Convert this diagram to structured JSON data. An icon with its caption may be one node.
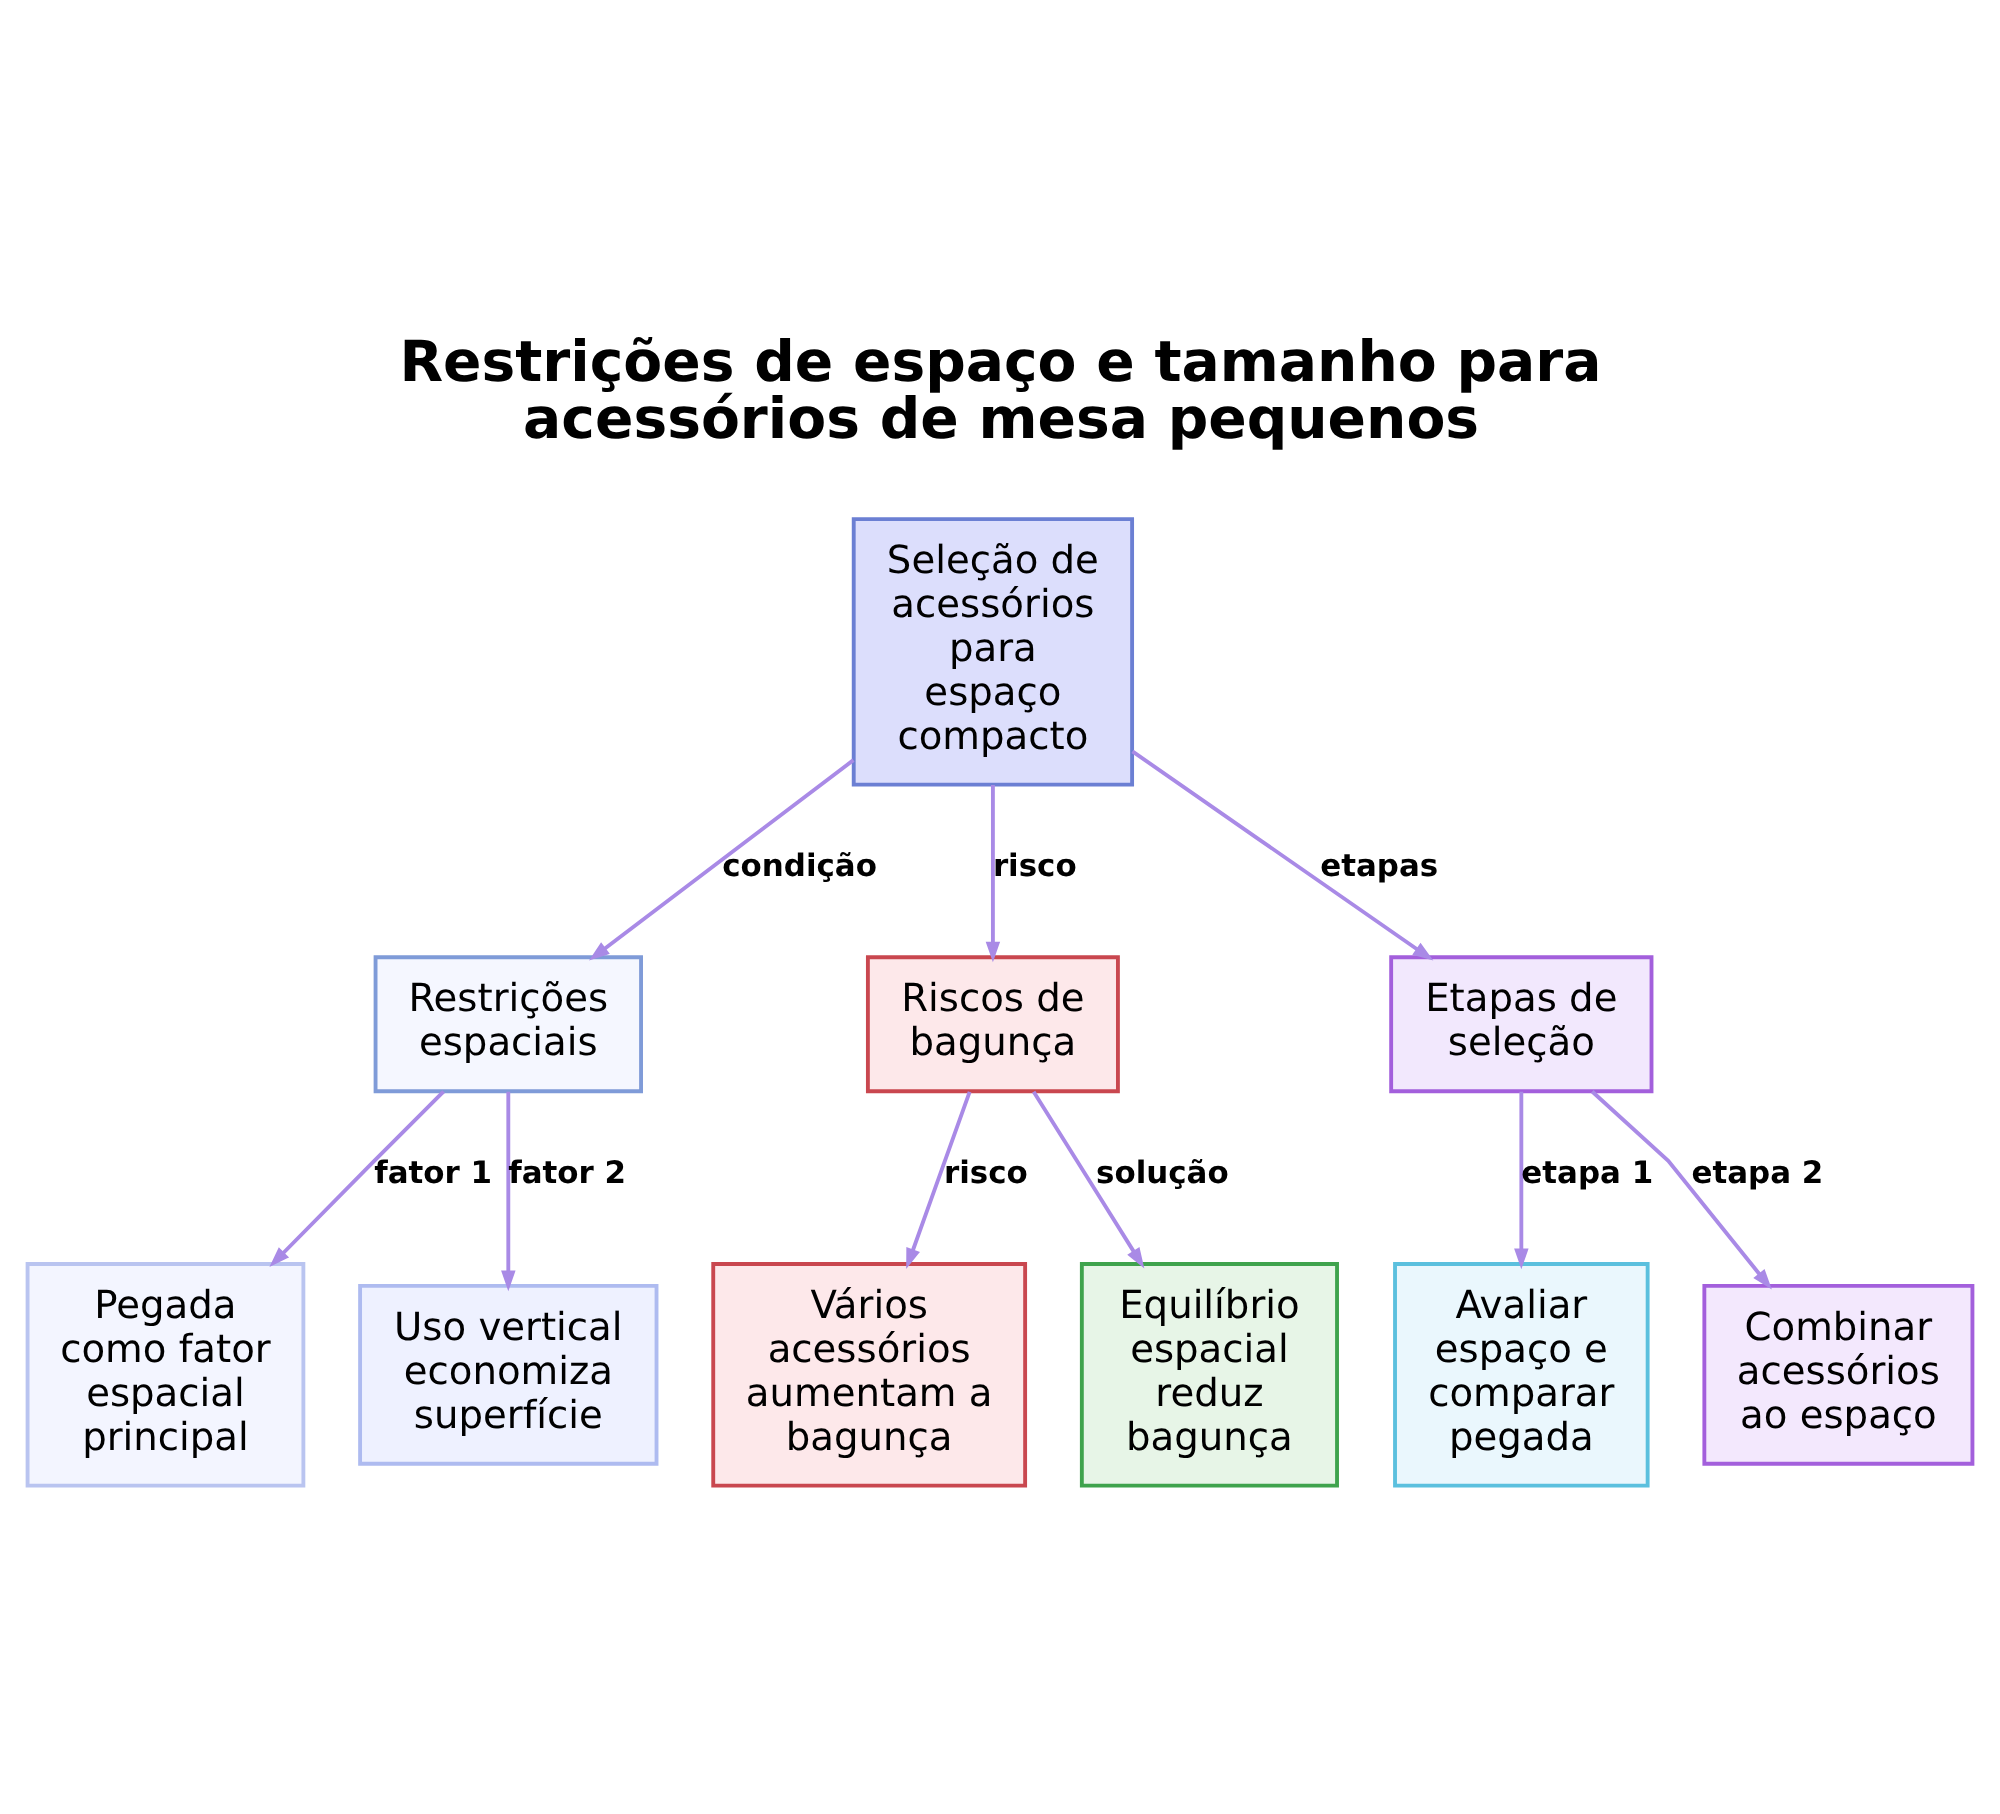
{
  "diagram": {
    "title": "Restrições de espaço e tamanho para acessórios de mesa pequenos",
    "nodes": [
      {
        "text": [
          "Seleção de acessórios para espaço compacto"
        ]
      },
      {
        "text": [
          "Restrições espaciais"
        ]
      },
      {
        "text": [
          "Riscos de bagunça"
        ]
      },
      {
        "text": [
          "Etapas de seleção"
        ]
      },
      {
        "text": [
          "Pegada como fator espacial principal"
        ]
      },
      {
        "text": [
          "Uso vertical economiza superfície"
        ]
      },
      {
        "text": [
          "Vários acessórios aumentam a bagunça"
        ]
      },
      {
        "text": [
          "Equilíbrio espacial reduz bagunça"
        ]
      },
      {
        "text": [
          "Avaliar espaço e comparar pegada"
        ]
      },
      {
        "text": [
          "Combinar acessórios ao espaço"
        ]
      }
    ],
    "edges": [
      {
        "from": 0,
        "to": 1,
        "arrow": "to",
        "label": "condição"
      },
      {
        "from": 0,
        "to": 2,
        "arrow": "to",
        "label": "risco"
      },
      {
        "from": 0,
        "to": 3,
        "arrow": "to",
        "label": "etapas"
      },
      {
        "from": 1,
        "to": 4,
        "arrow": "to",
        "label": "fator 1"
      },
      {
        "from": 1,
        "to": 5,
        "arrow": "to",
        "label": "fator 2"
      },
      {
        "from": 2,
        "to": 6,
        "arrow": "to",
        "label": "risco"
      },
      {
        "from": 2,
        "to": 7,
        "arrow": "to",
        "label": "solução"
      },
      {
        "from": 3,
        "to": 8,
        "arrow": "to",
        "label": "etapa 1"
      },
      {
        "from": 3,
        "to": 9,
        "arrow": "to",
        "label": "etapa 2"
      }
    ]
  }
}
